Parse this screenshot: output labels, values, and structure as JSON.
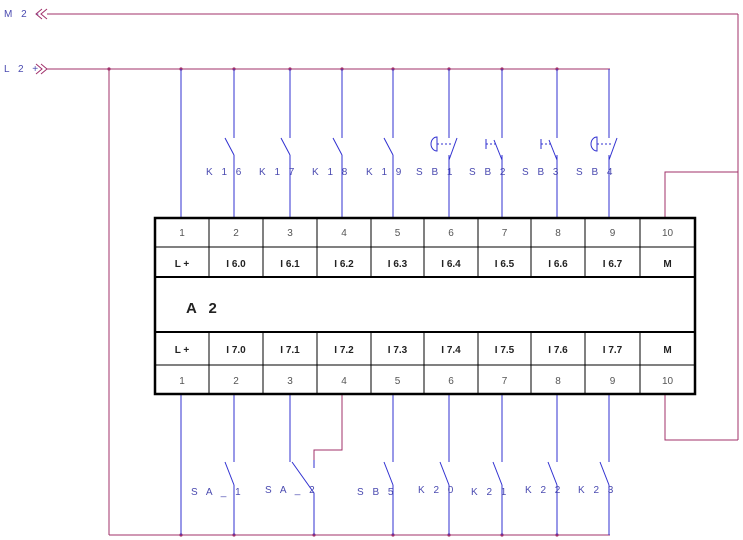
{
  "rails": {
    "m2": "M 2 -",
    "l2": "L 2 +"
  },
  "module": {
    "name": "A 2",
    "top_pins": [
      "1",
      "2",
      "3",
      "4",
      "5",
      "6",
      "7",
      "8",
      "9",
      "10"
    ],
    "top_io": [
      "L +",
      "I 6.0",
      "I 6.1",
      "I 6.2",
      "I 6.3",
      "I 6.4",
      "I 6.5",
      "I 6.6",
      "I 6.7",
      "M"
    ],
    "bottom_io": [
      "L +",
      "I 7.0",
      "I 7.1",
      "I 7.2",
      "I 7.3",
      "I 7.4",
      "I 7.5",
      "I 7.6",
      "I 7.7",
      "M"
    ],
    "bottom_pins": [
      "1",
      "2",
      "3",
      "4",
      "5",
      "6",
      "7",
      "8",
      "9",
      "10"
    ]
  },
  "top_switches": [
    "K 1 6",
    "K 1 7",
    "K 1 8",
    "K 1 9",
    "S B 1",
    "S B 2",
    "S B 3",
    "S B 4"
  ],
  "bottom_switches": [
    "S A _ 1",
    "S A _ 2",
    "S B 5",
    "K 2 0",
    "K 2 1",
    "K 2 2",
    "K 2 3"
  ],
  "colors": {
    "rail": "#a0306a",
    "wire": "#3030d0",
    "frame": "#000000",
    "label": "#4a4ab0"
  }
}
